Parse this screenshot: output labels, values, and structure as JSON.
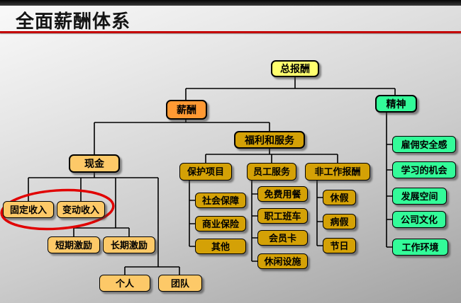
{
  "slide_title": "全面薪酬体系",
  "nodes": {
    "total_reward": "总报酬",
    "salary": "薪酬",
    "spirit": "精神",
    "cash": "现金",
    "benefits_services": "福利和服务",
    "fixed_income": "固定收入",
    "variable_income": "变动收入",
    "short_term_incentive": "短期激励",
    "long_term_incentive": "长期激励",
    "individual": "个人",
    "team": "团队",
    "protection_programs": "保护项目",
    "employee_services": "员工服务",
    "non_work_compensation": "非工作报酬",
    "social_security": "社会保障",
    "commercial_insurance": "商业保险",
    "other": "其他",
    "free_meals": "免费用餐",
    "staff_shuttle": "职工班车",
    "membership_card": "会员卡",
    "leisure_facilities": "休闲设施",
    "vacation": "休假",
    "sick_leave": "病假",
    "holidays": "节日",
    "employment_security": "雇佣安全感",
    "learning_opportunities": "学习的机会",
    "development_space": "发展空间",
    "company_culture": "公司文化",
    "work_environment": "工作环境"
  },
  "highlight": {
    "shape": "ellipse",
    "around": [
      "固定收入",
      "变动收入"
    ],
    "color": "#e10000"
  },
  "colors": {
    "root_fill": "#ffff6e",
    "salary_fill": "#ff9933",
    "spirit_fill": "#33fb99",
    "benefits_fill": "#d4a106",
    "cash_fill": "#fdc968",
    "accent_line": "#c40000",
    "connector": "#000000"
  }
}
